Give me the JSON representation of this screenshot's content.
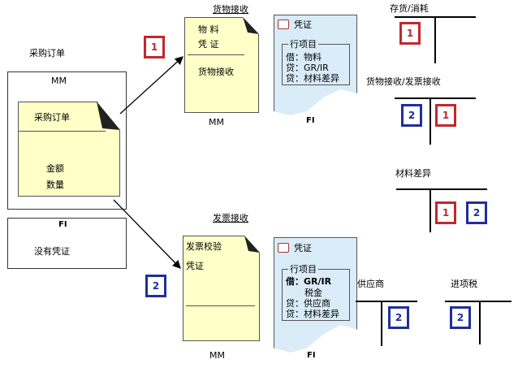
{
  "purchase_order": {
    "title": "采购订单",
    "mm_label": "MM",
    "note_title": "采购订单",
    "amount": "金额",
    "quantity": "数量",
    "fi_label": "FI",
    "no_voucher": "没有凭证"
  },
  "step_badges": {
    "step1": "1",
    "step2": "2"
  },
  "goods_receipt": {
    "title": "货物接收",
    "line1": "物  料",
    "line2": "凭  证",
    "body": "货物接收",
    "mm_label": "MM",
    "doc": {
      "header": "凭证",
      "box_title": "行项目",
      "rows": [
        "借：物料",
        "贷：GR/IR",
        "贷：材料差异"
      ],
      "fi_label": "FI"
    }
  },
  "invoice_receipt": {
    "title": "发票接收",
    "line1": "发票校验",
    "line2": "凭证",
    "mm_label": "MM",
    "doc": {
      "header": "凭证",
      "box_title": "行项目",
      "rows": [
        "借：GR/IR",
        "税金",
        "贷：供应商",
        "贷：材料差异"
      ],
      "fi_label": "FI"
    }
  },
  "t_accounts": {
    "inventory": {
      "title": "存货/消耗",
      "left": [
        "1"
      ],
      "right": []
    },
    "gr_ir": {
      "title": "货物接收/发票接收",
      "left": [
        "2"
      ],
      "right": [
        "1"
      ]
    },
    "price_diff": {
      "title": "材料差异",
      "left": [],
      "right": [
        "1",
        "2"
      ]
    },
    "vendor": {
      "title": "供应商",
      "left": [],
      "right": [
        "2"
      ]
    },
    "input_tax": {
      "title": "进项税",
      "left": [
        "2"
      ],
      "right": []
    }
  },
  "colors": {
    "red": "#c0282d",
    "blue": "#1f2f9a",
    "note": "#ffffc8",
    "doc": "#d9ecf8"
  }
}
